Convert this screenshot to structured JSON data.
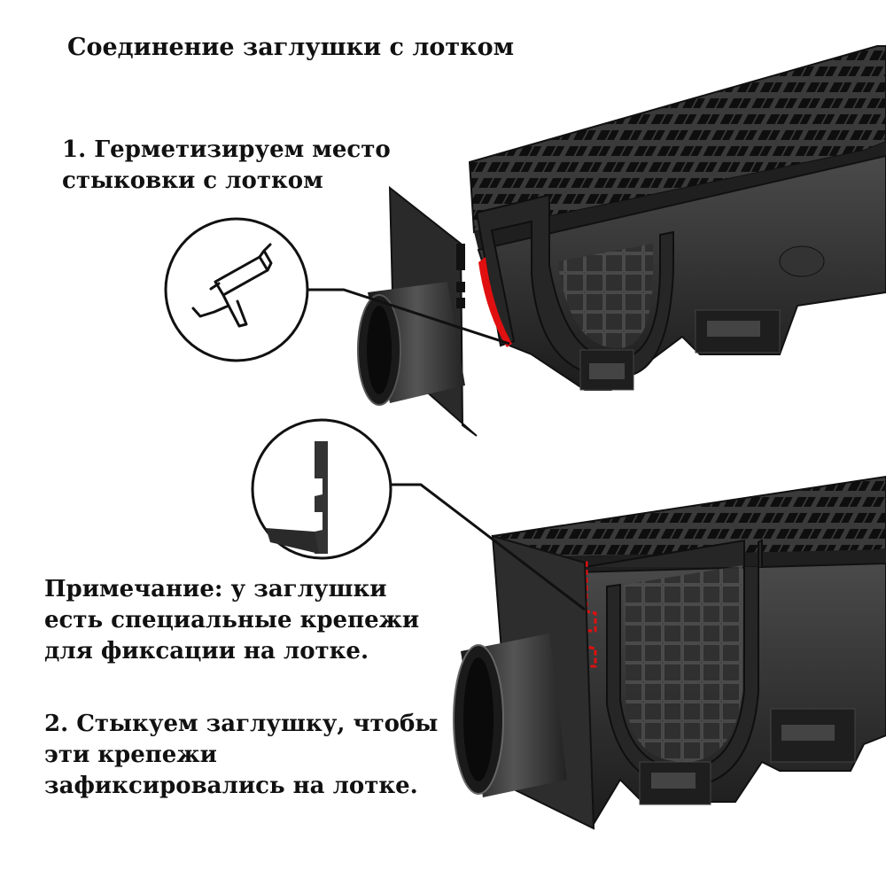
{
  "title": "Соединение заглушки с лотком",
  "step1": {
    "lines": [
      "1. Герметизируем место",
      "стыковки с лотком"
    ]
  },
  "note": {
    "lines": [
      "Примечание: у заглушки",
      "есть специальные крепежи",
      "для фиксации на лотке."
    ]
  },
  "step2": {
    "lines": [
      "2. Стыкуем заглушку, чтобы",
      "эти крепежи",
      "зафиксировались на лотке."
    ]
  },
  "colors": {
    "plastic": "#2b2b2b",
    "highlight": "#e01010",
    "background": "#ffffff",
    "text": "#111111"
  },
  "icons": {
    "detail1": "caulking-gun-icon",
    "detail2": "latch-profile-icon"
  }
}
